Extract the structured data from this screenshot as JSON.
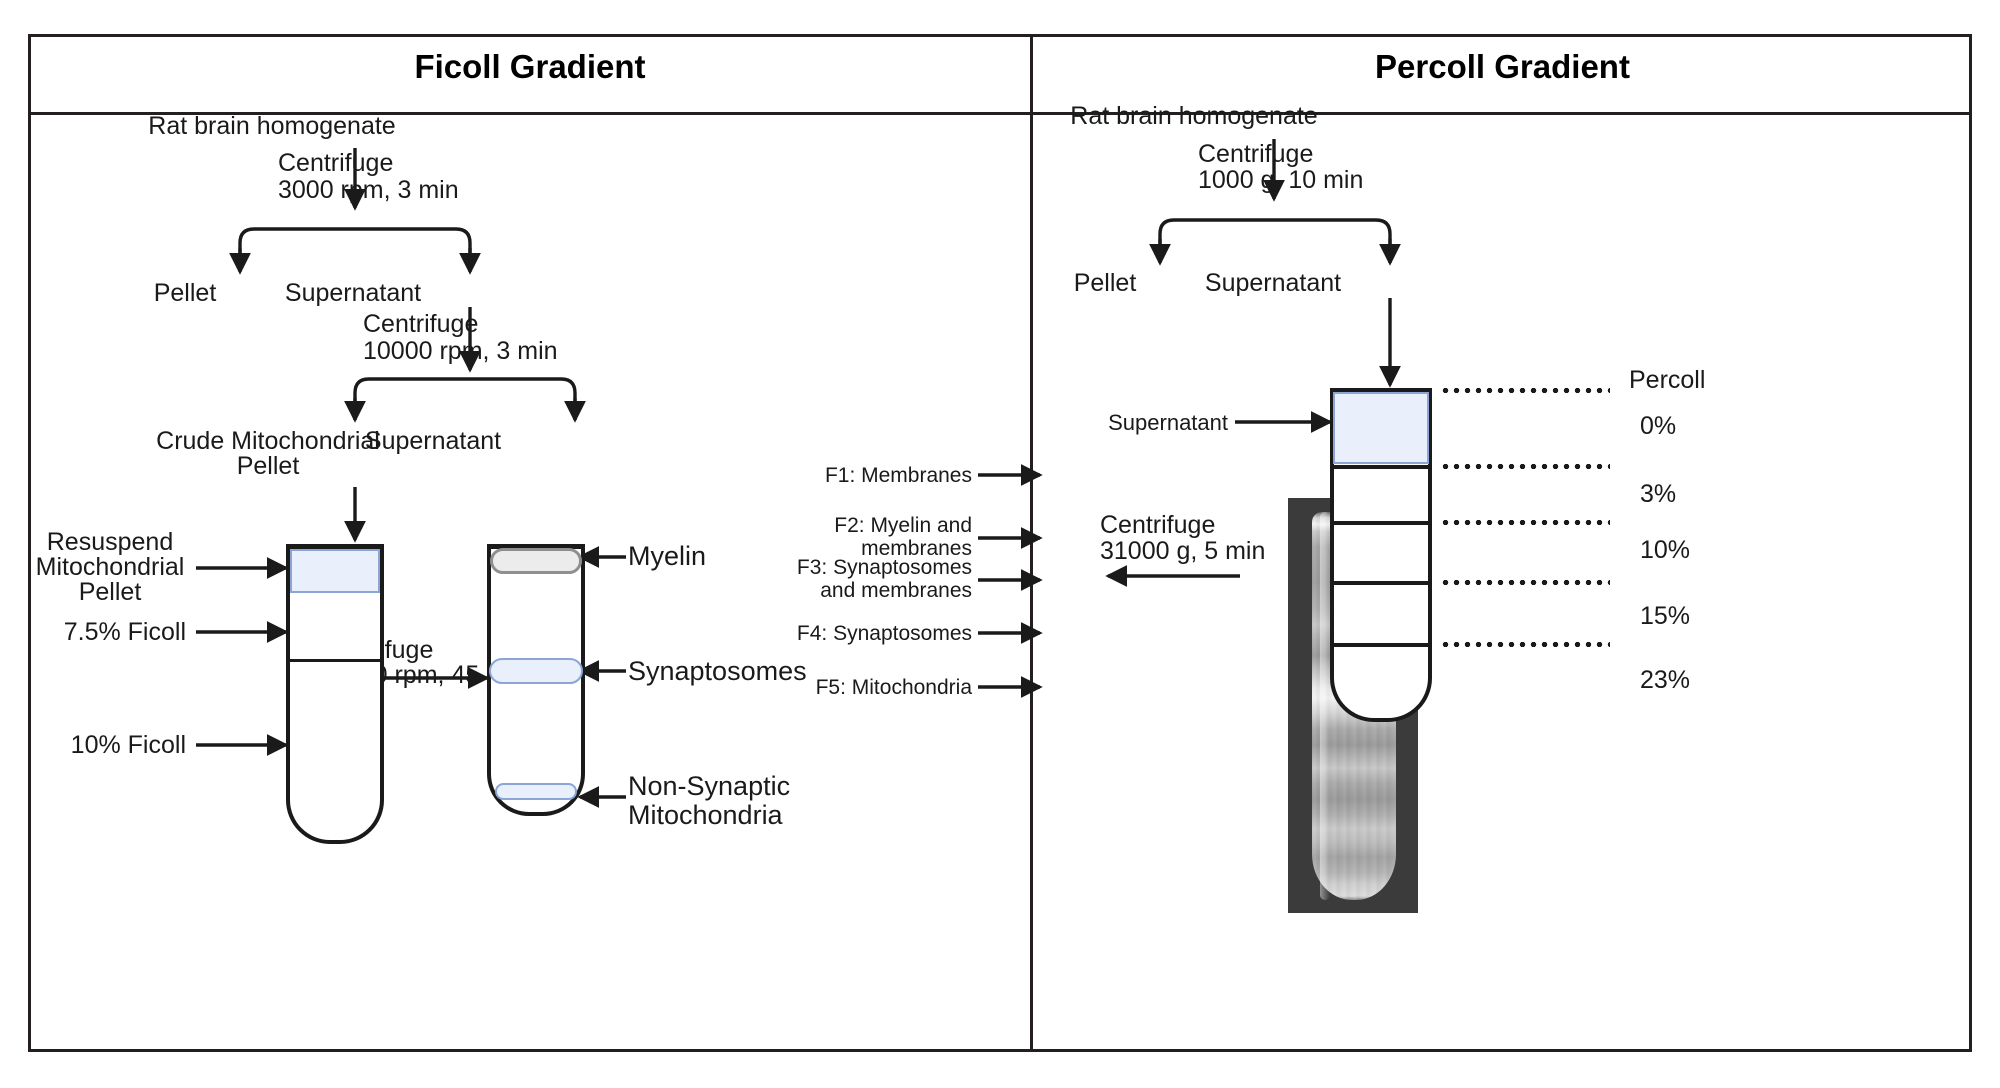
{
  "panels": {
    "ficoll": {
      "title": "Ficoll Gradient",
      "flow": {
        "homogenate": "Rat brain homogenate",
        "step1_line1": "Centrifuge",
        "step1_line2": "3000 rpm, 3 min",
        "pellet": "Pellet",
        "supernatant1": "Supernatant",
        "step2_line1": "Centrifuge",
        "step2_line2": "10000 rpm, 3 min",
        "crude_pellet_line1": "Crude Mitochondrial",
        "crude_pellet_line2": "Pellet",
        "supernatant2": "Supernatant"
      },
      "tube_in": {
        "label_resuspend_line1": "Resuspend",
        "label_resuspend_line2": "Mitochondrial",
        "label_resuspend_line3": "Pellet",
        "label_ficoll_75": "7.5% Ficoll",
        "label_ficoll_10": "10% Ficoll"
      },
      "spin": {
        "line1": "Centrifuge",
        "line2": "28000 rpm, 45 min"
      },
      "tube_out": {
        "myelin": "Myelin",
        "synaptosomes": "Synaptosomes",
        "mito_line1": "Non-Synaptic",
        "mito_line2": "Mitochondria"
      }
    },
    "percoll": {
      "title": "Percoll Gradient",
      "flow": {
        "homogenate": "Rat brain homogenate",
        "step1_line1": "Centrifuge",
        "step1_line2": "1000 g, 10 min",
        "pellet": "Pellet",
        "supernatant": "Supernatant"
      },
      "gradient": {
        "header": "Percoll",
        "supernatant_label": "Supernatant",
        "layers": [
          {
            "percent": "0%"
          },
          {
            "percent": "3%"
          },
          {
            "percent": "10%"
          },
          {
            "percent": "15%"
          },
          {
            "percent": "23%"
          }
        ]
      },
      "spin": {
        "line1": "Centrifuge",
        "line2": "31000 g, 5 min"
      },
      "fractions": [
        {
          "id": "F1",
          "label": "F1: Membranes"
        },
        {
          "id": "F2",
          "label_line1": "F2: Myelin and",
          "label_line2": "membranes"
        },
        {
          "id": "F3",
          "label_line1": "F3: Synaptosomes",
          "label_line2": "and membranes"
        },
        {
          "id": "F4",
          "label": "F4: Synaptosomes"
        },
        {
          "id": "F5",
          "label": "F5: Mitochondria"
        }
      ]
    }
  },
  "colors": {
    "stroke": "#1a1a1a",
    "band_blue_fill": "#e9f0fb",
    "band_blue_border": "#8ba6d4",
    "band_grey_fill": "#ececec",
    "band_grey_border": "#8f8f8f",
    "photo_background": "#3b3b3b"
  }
}
